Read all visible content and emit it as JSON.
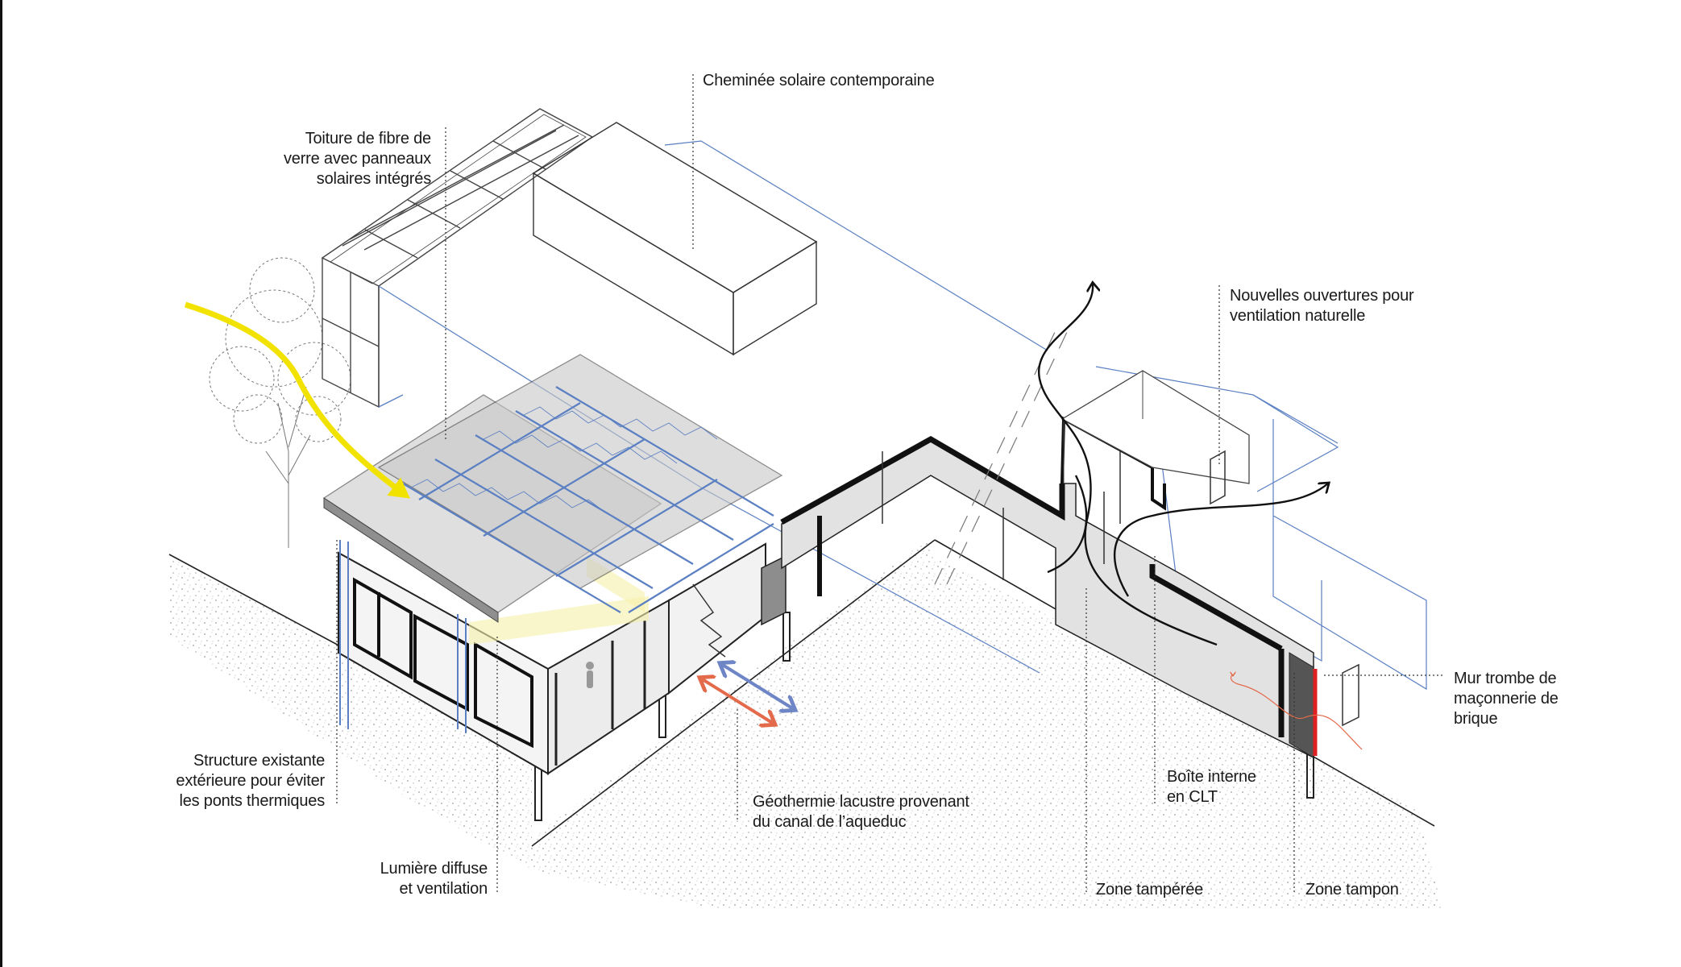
{
  "colors": {
    "line": "#333333",
    "blueline": "#5a7fc2",
    "wall": "#111111",
    "trombe": "#e02020",
    "sun": "#f2e200",
    "cold": "#6f86c6",
    "warm": "#e36a4a",
    "panel": "#9a9a9a",
    "soil": "#bdbdbd"
  },
  "icons": [
    "sun-arrow-icon",
    "tree-icon",
    "person-icon",
    "airflow-arrow-icon",
    "geothermal-arrow-icon"
  ],
  "labels": {
    "chimney": "Cheminée solaire contemporaine",
    "roof": "Toiture de fibre de\nverre avec panneaux\nsolaires intégrés",
    "openings": "Nouvelles ouvertures pour\nventilation naturelle",
    "trombe": "Mur trombe de\nmaçonnerie de\nbrique",
    "structure": "Structure existante\nextérieure pour éviter\nles ponts thermiques",
    "clt": "Boîte interne\nen CLT",
    "geothermal": "Géothermie lacustre provenant\ndu canal de l’aqueduc",
    "light": "Lumière diffuse\net ventilation",
    "tempered": "Zone tampérée",
    "buffer": "Zone tampon"
  }
}
